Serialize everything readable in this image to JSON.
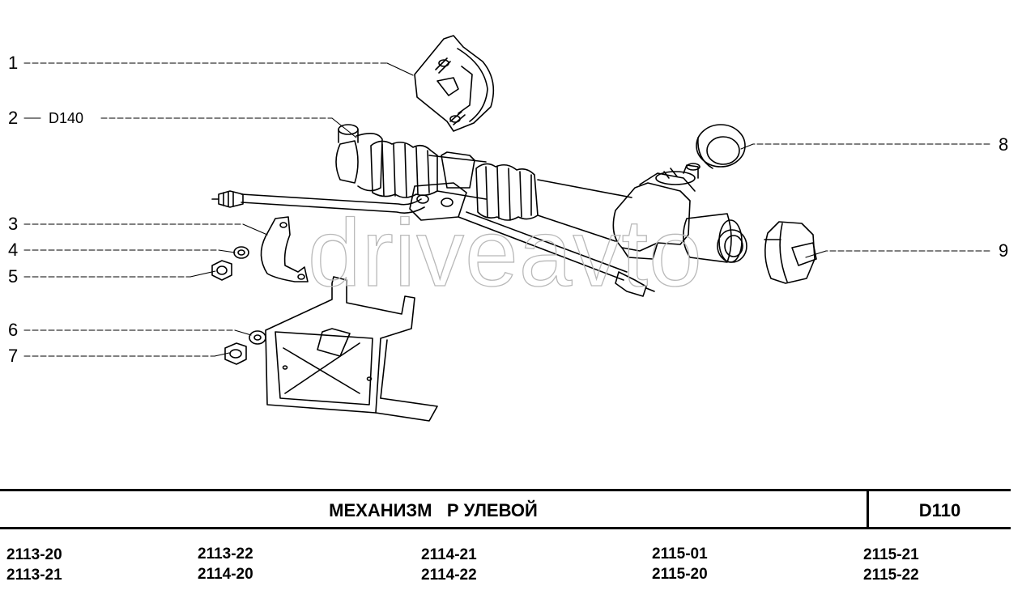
{
  "diagram": {
    "callouts": [
      "1",
      "2",
      "3",
      "4",
      "5",
      "6",
      "7",
      "8",
      "9"
    ],
    "ref_label": "D140",
    "watermark": "driveavto"
  },
  "footer": {
    "title": "МЕХАНИЗМ   Р УЛЕВОЙ",
    "code": "D110",
    "models": [
      [
        "2113-20",
        "2113-21"
      ],
      [
        "2113-22",
        "2114-20"
      ],
      [
        "2114-21",
        "2114-22"
      ],
      [
        "2115-01",
        "2115-20"
      ],
      [
        "2115-21",
        "2115-22"
      ]
    ]
  }
}
